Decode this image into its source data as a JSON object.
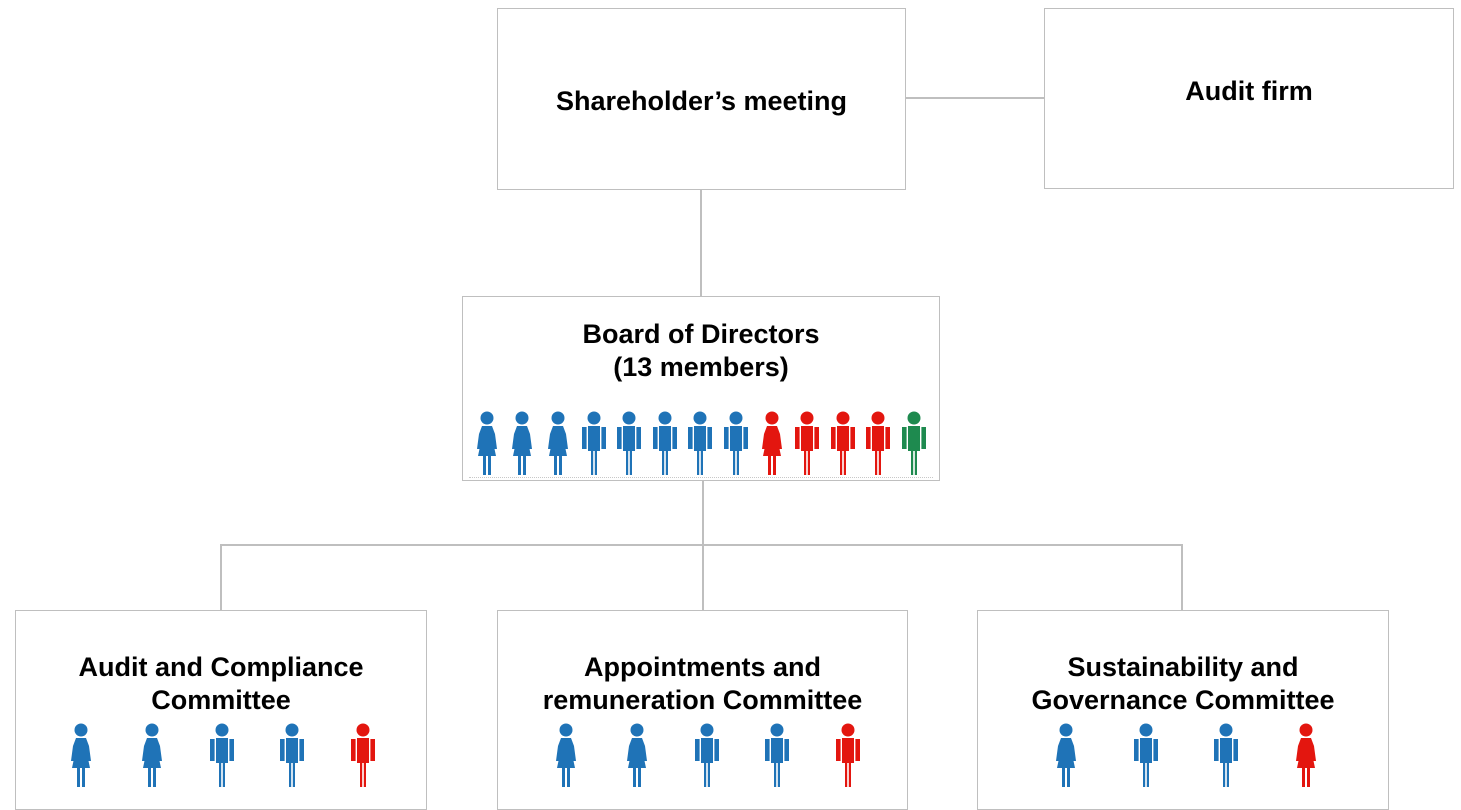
{
  "colors": {
    "blue": "#1f73b7",
    "red": "#e3160f",
    "green": "#1e8a4f",
    "connector": "#bfbfbf",
    "box_border": "#bfbfbf"
  },
  "shareholders": {
    "title": "Shareholder’s meeting"
  },
  "audit_firm": {
    "title": "Audit firm"
  },
  "board": {
    "title_line1": "Board of Directors",
    "title_line2": "(13 members)",
    "members": [
      {
        "gender": "female",
        "color": "blue"
      },
      {
        "gender": "female",
        "color": "blue"
      },
      {
        "gender": "female",
        "color": "blue"
      },
      {
        "gender": "male",
        "color": "blue"
      },
      {
        "gender": "male",
        "color": "blue"
      },
      {
        "gender": "male",
        "color": "blue"
      },
      {
        "gender": "male",
        "color": "blue"
      },
      {
        "gender": "male",
        "color": "blue"
      },
      {
        "gender": "female",
        "color": "red"
      },
      {
        "gender": "male",
        "color": "red"
      },
      {
        "gender": "male",
        "color": "red"
      },
      {
        "gender": "male",
        "color": "red"
      },
      {
        "gender": "male",
        "color": "green"
      }
    ]
  },
  "committees": [
    {
      "title_line1": "Audit and Compliance",
      "title_line2": "Committee",
      "members": [
        {
          "gender": "female",
          "color": "blue"
        },
        {
          "gender": "female",
          "color": "blue"
        },
        {
          "gender": "male",
          "color": "blue"
        },
        {
          "gender": "male",
          "color": "blue"
        },
        {
          "gender": "male",
          "color": "red"
        }
      ]
    },
    {
      "title_line1": "Appointments and",
      "title_line2": "remuneration Committee",
      "members": [
        {
          "gender": "female",
          "color": "blue"
        },
        {
          "gender": "female",
          "color": "blue"
        },
        {
          "gender": "male",
          "color": "blue"
        },
        {
          "gender": "male",
          "color": "blue"
        },
        {
          "gender": "male",
          "color": "red"
        }
      ]
    },
    {
      "title_line1": "Sustainability and",
      "title_line2": "Governance Committee",
      "members": [
        {
          "gender": "female",
          "color": "blue"
        },
        {
          "gender": "male",
          "color": "blue"
        },
        {
          "gender": "male",
          "color": "blue"
        },
        {
          "gender": "female",
          "color": "red"
        }
      ]
    }
  ]
}
